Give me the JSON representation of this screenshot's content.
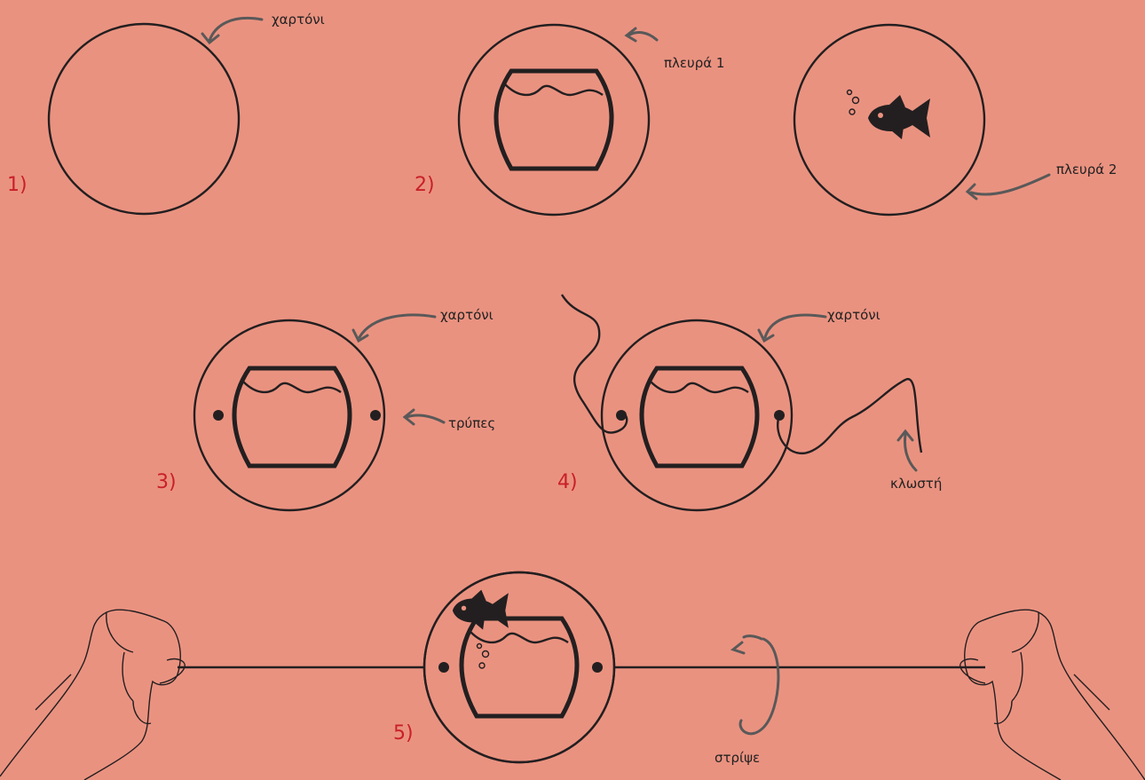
{
  "labels": {
    "step1": "1)",
    "step2": "2)",
    "step3": "3)",
    "step4": "4)",
    "step5": "5)",
    "cardboard": "χαρτόνι",
    "side1": "πλευρά 1",
    "side2": "πλευρά 2",
    "holes": "τρύπες",
    "thread": "κλωστή",
    "twist": "στρίψε"
  },
  "colors": {
    "background": "#ea9280",
    "ink": "#231f20",
    "arrow": "#595959",
    "step_number": "#c8202a"
  },
  "icons": [
    "fishbowl-icon",
    "fish-icon",
    "bubbles-icon",
    "hand-icon",
    "rotate-arrow-icon"
  ]
}
